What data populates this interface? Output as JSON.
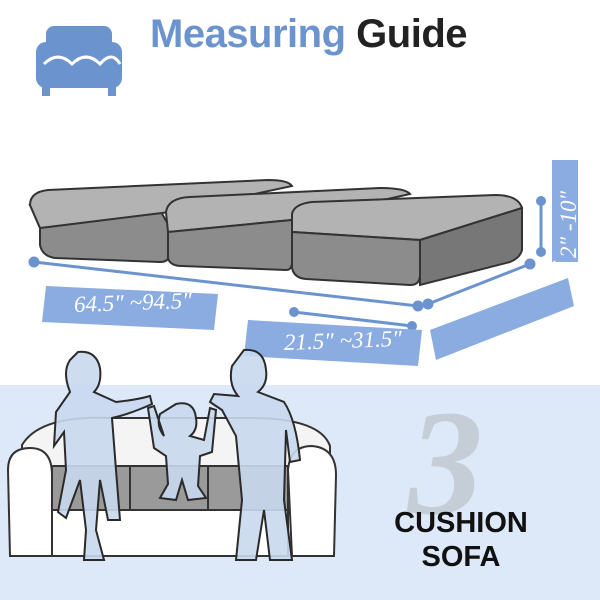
{
  "header": {
    "title_part1": "Measuring",
    "title_part2": "Guide"
  },
  "dimensions": {
    "sofa_length": "64.5″ ~94.5″",
    "cushion_width": "21.5″ ~31.5″",
    "cushion_depth": "21.5″ ~31.5″",
    "cushion_height": "2″ -10″"
  },
  "footer": {
    "number": "3",
    "line1": "CUSHION",
    "line2": "SOFA"
  },
  "colors": {
    "accent": "#6b94cf",
    "cushion_gray": "#9a9a9a",
    "background_band": "#dde9f8"
  },
  "icons": [
    "sofa-icon"
  ]
}
